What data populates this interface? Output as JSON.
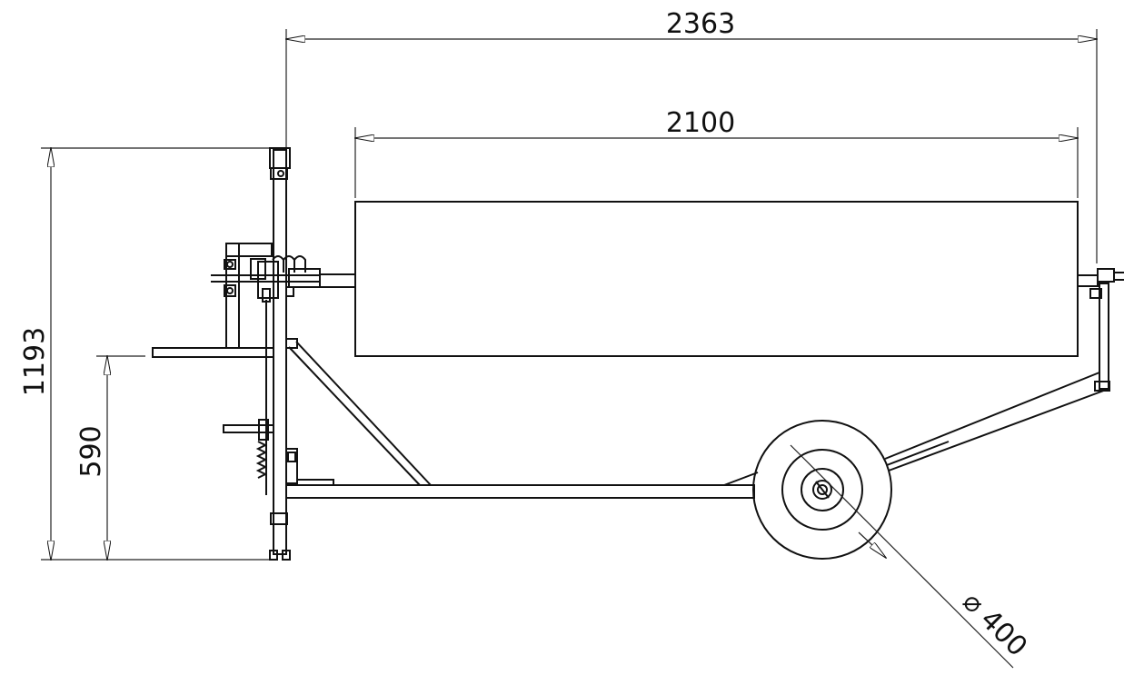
{
  "dimensions": {
    "overall_length": "2363",
    "drum_length": "2100",
    "overall_height": "1193",
    "mount_height": "590",
    "wheel_diameter": "⌀ 400"
  }
}
